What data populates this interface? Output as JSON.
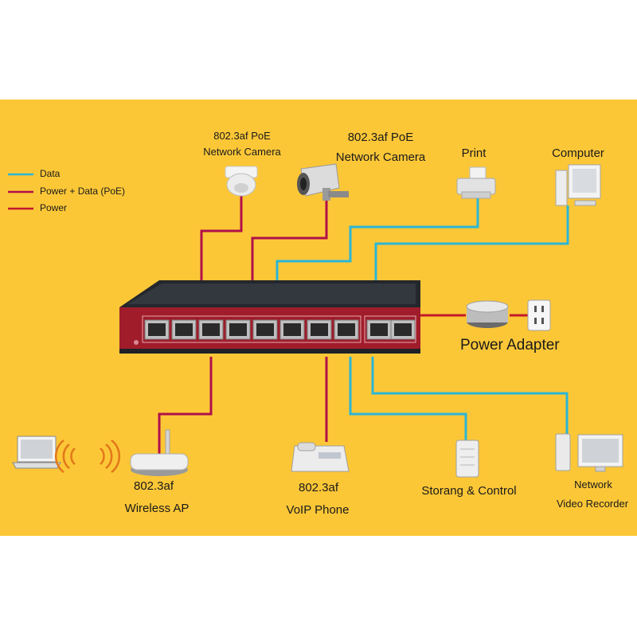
{
  "legend": [
    {
      "label": "Data",
      "color": "#2bb6d6"
    },
    {
      "label": "Power + Data (PoE)",
      "color": "#b0104a"
    },
    {
      "label": "Power",
      "color": "#c2182b"
    }
  ],
  "colors": {
    "background": "#fcc737",
    "data_line": "#2bb6d6",
    "poe_line": "#b0104a",
    "power_line": "#c2182b",
    "switch_body": "#2c3036",
    "switch_panel": "#a01c2a"
  },
  "devices": {
    "camera_dome": {
      "line1": "802.3af PoE",
      "line2": "Network Camera",
      "icon": "dome-camera-icon"
    },
    "camera_bullet": {
      "line1": "802.3af PoE",
      "line2": "Network Camera",
      "icon": "bullet-camera-icon"
    },
    "printer": {
      "label": "Print",
      "icon": "printer-icon"
    },
    "computer": {
      "label": "Computer",
      "icon": "computer-icon"
    },
    "power_adapter": {
      "label": "Power Adapter",
      "icon": "power-adapter-icon"
    },
    "wireless_ap": {
      "line1": "802.3af",
      "line2": "Wireless AP",
      "icon": "wireless-ap-icon"
    },
    "voip_phone": {
      "line1": "802.3af",
      "line2": "VoIP Phone",
      "icon": "voip-phone-icon"
    },
    "storage": {
      "label": "Storang & Control",
      "icon": "storage-server-icon"
    },
    "nvr": {
      "line1": "Network",
      "line2": "Video Recorder",
      "icon": "video-recorder-icon"
    }
  }
}
